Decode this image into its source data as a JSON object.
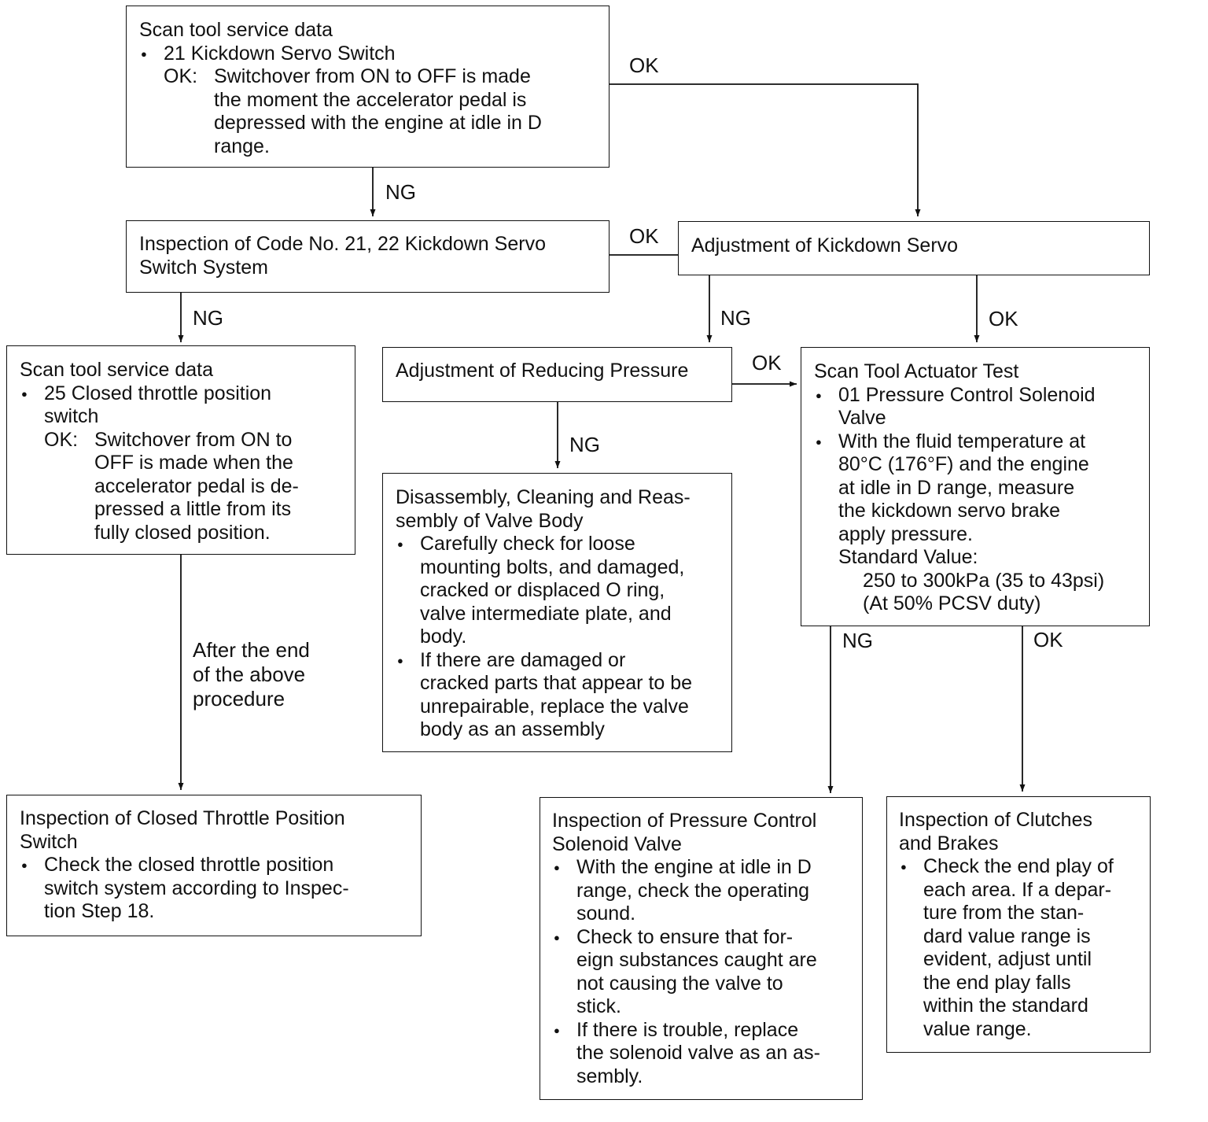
{
  "flowchart": {
    "box1": {
      "heading": "Scan tool service data",
      "bullet": "21 Kickdown Servo Switch",
      "ok_label": "OK:",
      "ok_lines": [
        "Switchover from ON to OFF is made",
        "the moment the accelerator pedal is",
        "depressed with the engine at idle in D",
        "range."
      ]
    },
    "box2": {
      "lines": [
        "Inspection of Code No. 21, 22 Kickdown Servo",
        "Switch System"
      ]
    },
    "box3": {
      "text": "Adjustment of Kickdown Servo"
    },
    "box4": {
      "heading": "Scan tool service data",
      "bullet_lines": [
        "25 Closed throttle position",
        "switch"
      ],
      "ok_label": "OK:",
      "ok_lines": [
        "Switchover from ON to",
        "OFF is made when the",
        "accelerator pedal is de-",
        "pressed a little from its",
        "fully closed position."
      ]
    },
    "box5": {
      "text": "Adjustment of Reducing Pressure"
    },
    "box6": {
      "heading": "Scan Tool Actuator Test",
      "bullet1_lines": [
        "01 Pressure Control Solenoid",
        "Valve"
      ],
      "bullet2_lines": [
        "With the fluid temperature at",
        "80°C (176°F) and the engine",
        "at idle in D range, measure",
        "the kickdown servo brake",
        "apply pressure."
      ],
      "std_label": "Standard Value:",
      "std_lines": [
        "250 to 300kPa (35 to 43psi)",
        "(At 50% PCSV duty)"
      ]
    },
    "box7": {
      "heading_lines": [
        "Disassembly, Cleaning and Reas-",
        "sembly of Valve Body"
      ],
      "bullet1_lines": [
        "Carefully check for loose",
        "mounting bolts, and damaged,",
        "cracked or displaced O ring,",
        "valve intermediate plate, and",
        "body."
      ],
      "bullet2_lines": [
        "If there are damaged or",
        "cracked parts that appear to be",
        "unrepairable, replace the valve",
        "body as an assembly"
      ]
    },
    "box8": {
      "heading_lines": [
        "Inspection of Closed Throttle Position",
        "Switch"
      ],
      "bullet_lines": [
        "Check the closed throttle position",
        "switch system according to Inspec-",
        "tion Step 18."
      ]
    },
    "box9": {
      "heading_lines": [
        "Inspection of Pressure Control",
        "Solenoid Valve"
      ],
      "bullet1_lines": [
        "With the engine at idle in D",
        "range, check the operating",
        "sound."
      ],
      "bullet2_lines": [
        "Check to ensure that for-",
        "eign substances caught are",
        "not causing the valve to",
        "stick."
      ],
      "bullet3_lines": [
        "If there is trouble, replace",
        "the solenoid valve as an as-",
        "sembly."
      ]
    },
    "box10": {
      "heading_lines": [
        "Inspection of Clutches",
        "and Brakes"
      ],
      "bullet_lines": [
        "Check the end play of",
        "each area. If a depar-",
        "ture from the stan-",
        "dard value range is",
        "evident, adjust until",
        "the end play falls",
        "within the standard",
        "value range."
      ]
    },
    "labels": {
      "ok_1": "OK",
      "ng_1": "NG",
      "ok_2": "OK",
      "ng_2": "NG",
      "ng_3": "NG",
      "ok_3": "OK",
      "ok_4": "OK",
      "ng_4": "NG",
      "ng_5": "NG",
      "ok_5": "OK",
      "after": [
        "After the end",
        "of the above",
        "procedure"
      ]
    }
  }
}
